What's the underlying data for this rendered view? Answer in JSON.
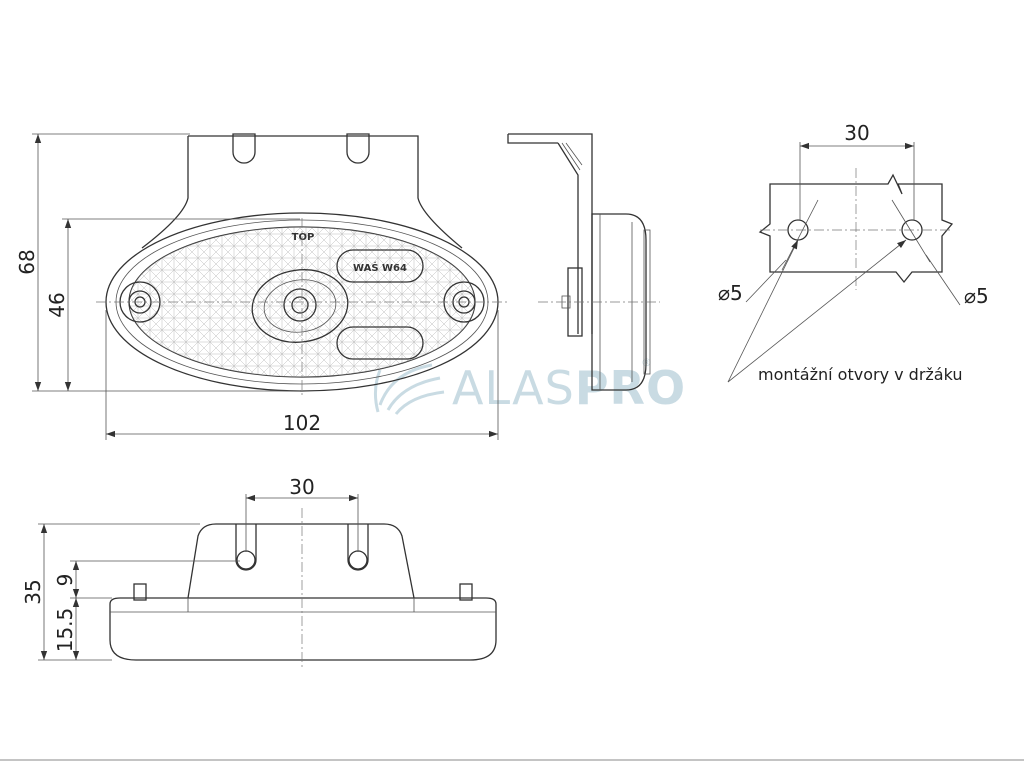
{
  "front_view": {
    "dims": {
      "height_total": "68",
      "height_lens": "46",
      "width": "102"
    },
    "lens_labels": {
      "top": "TOP",
      "code": "WAŚ W64"
    }
  },
  "mount_view": {
    "dims": {
      "spacing": "30",
      "hole_left": "⌀5",
      "hole_right": "⌀5"
    },
    "note": "montážní otvory v držáku"
  },
  "bottom_view": {
    "dims": {
      "spacing": "30",
      "height_total": "35",
      "offset": "9",
      "base": "15.5"
    }
  },
  "watermark": {
    "brand_light": "ALAS",
    "brand_bold": "PRO",
    "registered": "®",
    "color": "#c9dbe3"
  }
}
